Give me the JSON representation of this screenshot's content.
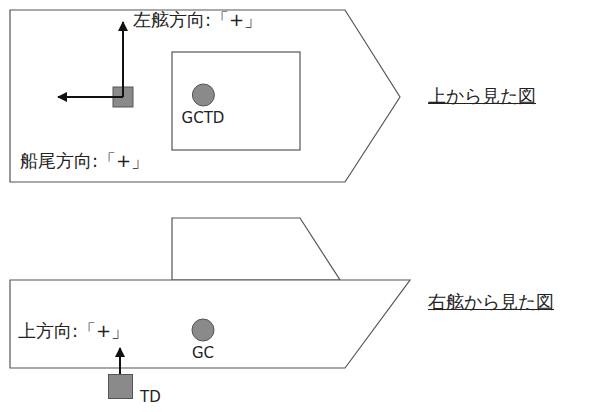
{
  "diagram": {
    "nodes": [
      {
        "text": [
          "GCTD"
        ]
      },
      {
        "text": [
          "GC"
        ]
      },
      {
        "text": [
          "TD"
        ]
      }
    ],
    "labels": [
      "左舷方向:「+」",
      "船尾方向:「+」",
      "上から見た図",
      "上方向:「+」",
      "右舷から見た図"
    ]
  }
}
